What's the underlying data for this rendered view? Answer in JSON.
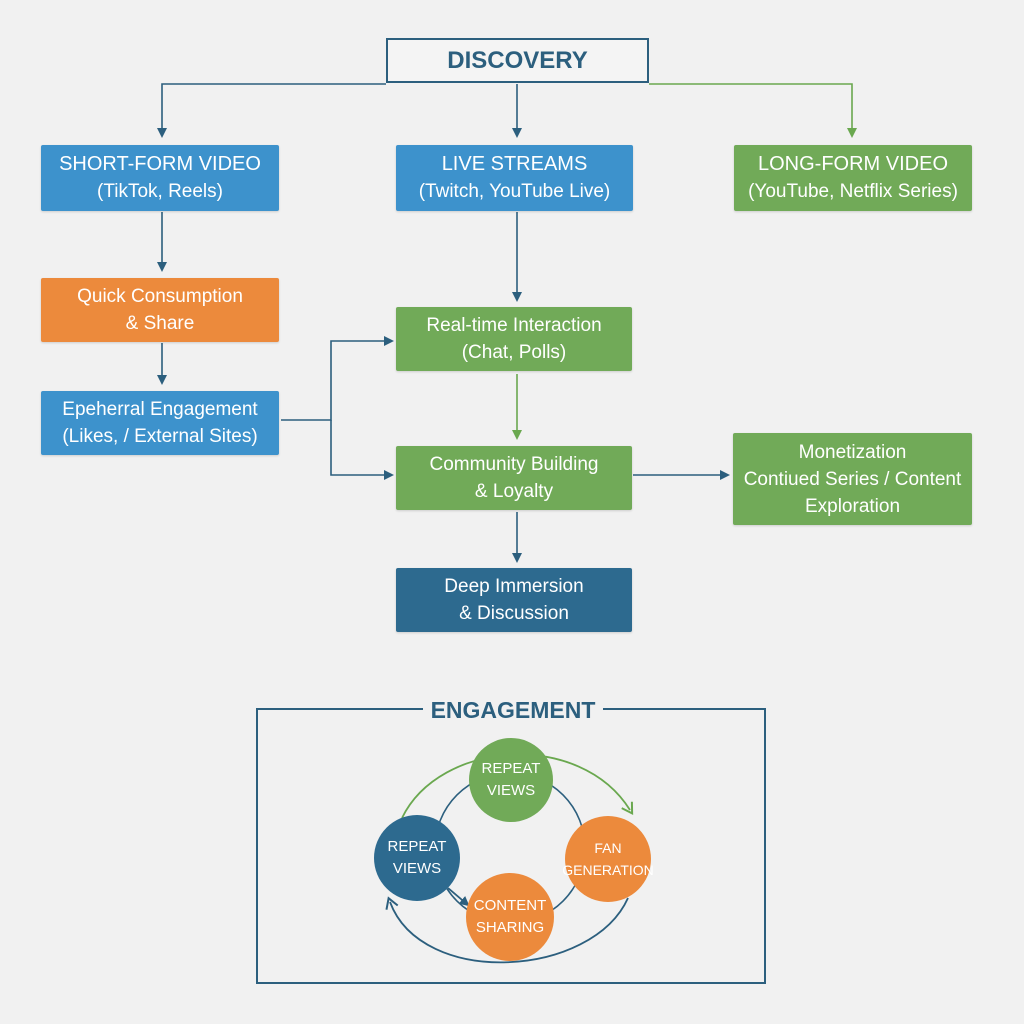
{
  "colors": {
    "blue": "#3d92cc",
    "green": "#71aa58",
    "orange": "#ec8a3c",
    "navy": "#2d6a8f",
    "frame": "#2c5f7e",
    "background": "#f1f1f1"
  },
  "discovery": {
    "label": "DISCOVERY"
  },
  "short_form": {
    "title": "SHORT-FORM VIDEO",
    "subtitle": "(TikTok, Reels)"
  },
  "live_streams": {
    "title": "LIVE STREAMS",
    "subtitle": "(Twitch, YouTube Live)"
  },
  "long_form": {
    "title": "LONG-FORM VIDEO",
    "subtitle": "(YouTube, Netflix Series)"
  },
  "quick_consumption": {
    "line1": "Quick Consumption",
    "line2": "& Share"
  },
  "ephemeral": {
    "line1": "Epeherral Engagement",
    "line2": "(Likes, / External Sites)"
  },
  "realtime": {
    "line1": "Real-time Interaction",
    "line2": "(Chat, Polls)"
  },
  "community": {
    "line1": "Community Building",
    "line2": "& Loyalty"
  },
  "monetization": {
    "line1": "Monetization",
    "line2": "Contiued Series / Content",
    "line3": "Exploration"
  },
  "deep_immersion": {
    "line1": "Deep Immersion",
    "line2": "& Discussion"
  },
  "engagement": {
    "title": "ENGAGEMENT",
    "cycle": [
      {
        "line1": "REPEAT",
        "line2": "VIEWS",
        "color": "green"
      },
      {
        "line1": "FAN",
        "line2": "GENERATION",
        "color": "orange"
      },
      {
        "line1": "CONTENT",
        "line2": "SHARING",
        "color": "orange"
      },
      {
        "line1": "REPEAT",
        "line2": "VIEWS",
        "color": "navy"
      }
    ]
  }
}
